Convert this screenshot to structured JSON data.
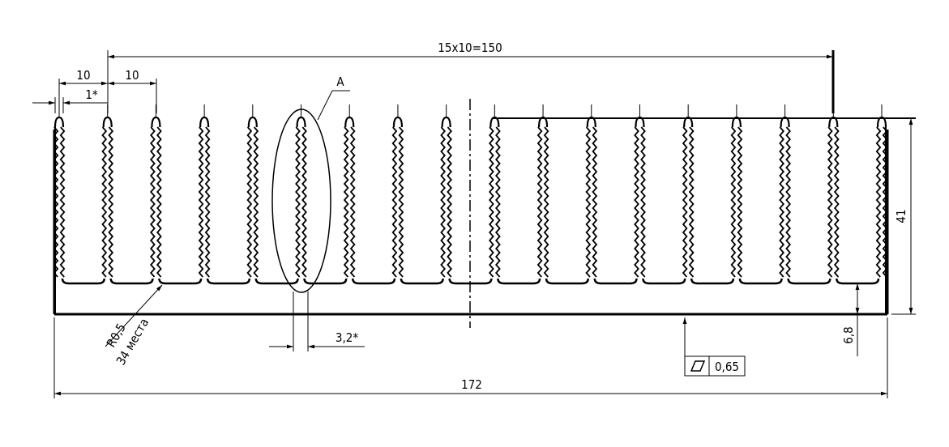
{
  "dimensions": {
    "top_pitch": "15x10=150",
    "pitch_left": "10",
    "pitch_second": "10",
    "fin_thickness": "1*",
    "gap_width": "3,2*",
    "total_width": "172",
    "height": "41",
    "base_thickness": "6,8",
    "radius": "R0,5",
    "radius_qty": "34 места"
  },
  "detail": {
    "label": "A"
  },
  "tolerance": {
    "value": "0,65"
  },
  "profile": {
    "fin_count": 18
  }
}
